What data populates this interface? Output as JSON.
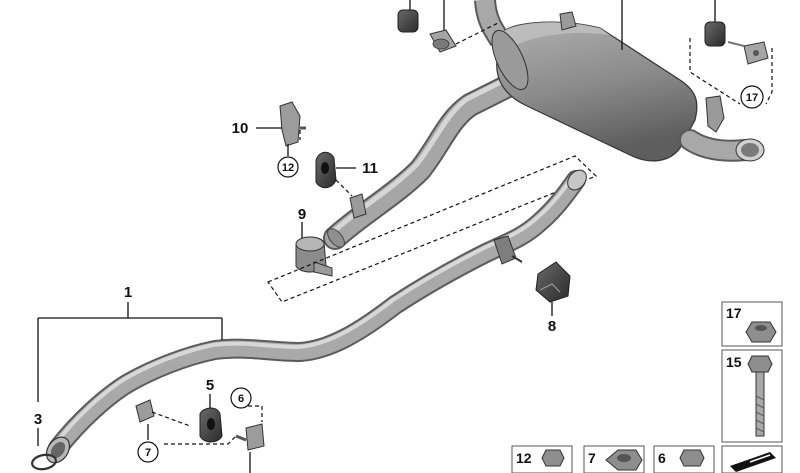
{
  "diagram": {
    "part_labels": {
      "p1": "1",
      "p3": "3",
      "p5": "5",
      "p8": "8",
      "p9": "9",
      "p10": "10",
      "p11": "11"
    },
    "circled_labels": {
      "c6": "6",
      "c7": "7",
      "c12": "12",
      "c17": "17"
    },
    "hardware_table": {
      "cells": [
        "17",
        "15",
        "12",
        "7",
        "6"
      ]
    },
    "colors": {
      "pipe": "#a8a8a8",
      "pipe_dark": "#6f6f6f",
      "muffler": "#8c8c8c",
      "line": "#111111"
    }
  }
}
